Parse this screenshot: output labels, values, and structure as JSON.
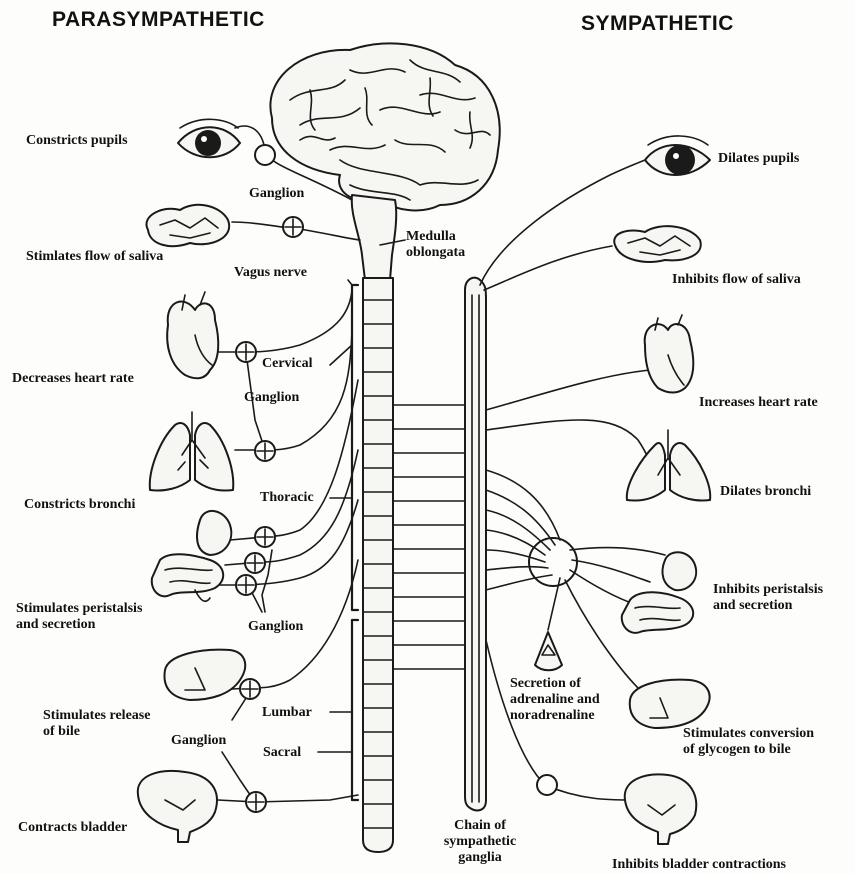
{
  "titles": {
    "parasympathetic": "PARASYMPATHETIC",
    "sympathetic": "SYMPATHETIC"
  },
  "parasympathetic": {
    "constricts_pupils": "Constricts pupils",
    "ganglion_eye": "Ganglion",
    "saliva": "Stimlates flow of saliva",
    "vagus": "Vagus nerve",
    "cervical": "Cervical",
    "heart": "Decreases heart rate",
    "ganglion_heart": "Ganglion",
    "bronchi": "Constricts bronchi",
    "thoracic": "Thoracic",
    "peristalsis_1": "Stimulates peristalsis",
    "peristalsis_2": "and secretion",
    "ganglion_gut": "Ganglion",
    "bile_1": "Stimulates release",
    "bile_2": "of bile",
    "lumbar": "Lumbar",
    "ganglion_bile": "Ganglion",
    "sacral": "Sacral",
    "bladder": "Contracts bladder"
  },
  "central": {
    "medulla_1": "Medulla",
    "medulla_2": "oblongata",
    "chain_1": "Chain of",
    "chain_2": "sympathetic",
    "chain_3": "ganglia"
  },
  "sympathetic": {
    "dilates_pupils": "Dilates pupils",
    "saliva": "Inhibits flow of saliva",
    "heart": "Increases heart rate",
    "bronchi": "Dilates bronchi",
    "peristalsis_1": "Inhibits peristalsis",
    "peristalsis_2": "and secretion",
    "adrenal_1": "Secretion of",
    "adrenal_2": "adrenaline and",
    "adrenal_3": "noradrenaline",
    "glycogen_1": "Stimulates conversion",
    "glycogen_2": "of glycogen to bile",
    "bladder": "Inhibits bladder contractions"
  }
}
